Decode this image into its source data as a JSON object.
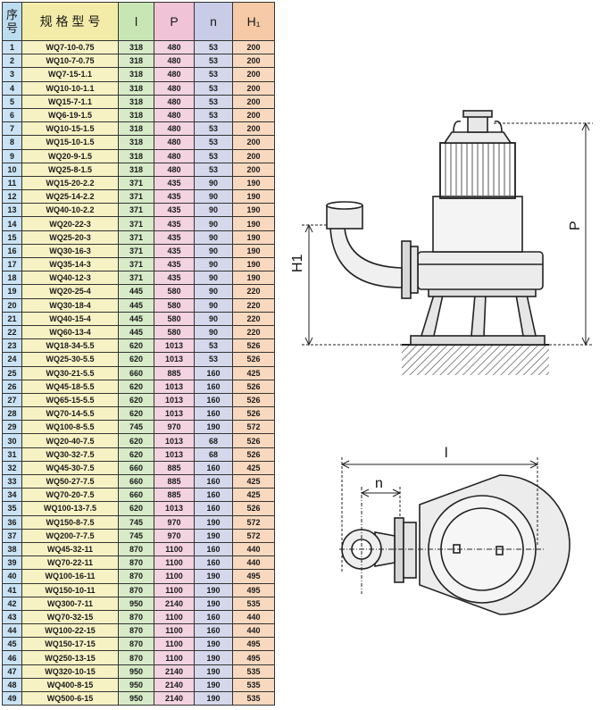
{
  "table": {
    "headers": {
      "index": "序号",
      "model": "规 格 型 号",
      "l": "l",
      "p": "P",
      "n": "n",
      "h1": "H₁"
    },
    "rows": [
      [
        "1",
        "WQ7-10-0.75",
        "318",
        "480",
        "53",
        "200"
      ],
      [
        "2",
        "WQ10-7-0.75",
        "318",
        "480",
        "53",
        "200"
      ],
      [
        "3",
        "WQ7-15-1.1",
        "318",
        "480",
        "53",
        "200"
      ],
      [
        "4",
        "WQ10-10-1.1",
        "318",
        "480",
        "53",
        "200"
      ],
      [
        "5",
        "WQ15-7-1.1",
        "318",
        "480",
        "53",
        "200"
      ],
      [
        "6",
        "WQ6-19-1.5",
        "318",
        "480",
        "53",
        "200"
      ],
      [
        "7",
        "WQ10-15-1.5",
        "318",
        "480",
        "53",
        "200"
      ],
      [
        "8",
        "WQ15-10-1.5",
        "318",
        "480",
        "53",
        "200"
      ],
      [
        "9",
        "WQ20-9-1.5",
        "318",
        "480",
        "53",
        "200"
      ],
      [
        "10",
        "WQ25-8-1.5",
        "318",
        "480",
        "53",
        "200"
      ],
      [
        "11",
        "WQ15-20-2.2",
        "371",
        "435",
        "90",
        "190"
      ],
      [
        "12",
        "WQ25-14-2.2",
        "371",
        "435",
        "90",
        "190"
      ],
      [
        "13",
        "WQ40-10-2.2",
        "371",
        "435",
        "90",
        "190"
      ],
      [
        "14",
        "WQ20-22-3",
        "371",
        "435",
        "90",
        "190"
      ],
      [
        "15",
        "WQ25-20-3",
        "371",
        "435",
        "90",
        "190"
      ],
      [
        "16",
        "WQ30-16-3",
        "371",
        "435",
        "90",
        "190"
      ],
      [
        "17",
        "WQ35-14-3",
        "371",
        "435",
        "90",
        "190"
      ],
      [
        "18",
        "WQ40-12-3",
        "371",
        "435",
        "90",
        "190"
      ],
      [
        "19",
        "WQ20-25-4",
        "445",
        "580",
        "90",
        "220"
      ],
      [
        "20",
        "WQ30-18-4",
        "445",
        "580",
        "90",
        "220"
      ],
      [
        "21",
        "WQ40-15-4",
        "445",
        "580",
        "90",
        "220"
      ],
      [
        "22",
        "WQ60-13-4",
        "445",
        "580",
        "90",
        "220"
      ],
      [
        "23",
        "WQ18-34-5.5",
        "620",
        "1013",
        "53",
        "526"
      ],
      [
        "24",
        "WQ25-30-5.5",
        "620",
        "1013",
        "53",
        "526"
      ],
      [
        "25",
        "WQ30-21-5.5",
        "660",
        "885",
        "160",
        "425"
      ],
      [
        "26",
        "WQ45-18-5.5",
        "620",
        "1013",
        "160",
        "526"
      ],
      [
        "27",
        "WQ65-15-5.5",
        "620",
        "1013",
        "160",
        "526"
      ],
      [
        "28",
        "WQ70-14-5.5",
        "620",
        "1013",
        "160",
        "526"
      ],
      [
        "29",
        "WQ100-8-5.5",
        "745",
        "970",
        "190",
        "572"
      ],
      [
        "30",
        "WQ20-40-7.5",
        "620",
        "1013",
        "68",
        "526"
      ],
      [
        "31",
        "WQ30-32-7.5",
        "620",
        "1013",
        "68",
        "526"
      ],
      [
        "32",
        "WQ45-30-7.5",
        "660",
        "885",
        "160",
        "425"
      ],
      [
        "33",
        "WQ50-27-7.5",
        "660",
        "885",
        "160",
        "425"
      ],
      [
        "34",
        "WQ70-20-7.5",
        "660",
        "885",
        "160",
        "425"
      ],
      [
        "35",
        "WQ100-13-7.5",
        "620",
        "1013",
        "160",
        "526"
      ],
      [
        "36",
        "WQ150-8-7.5",
        "745",
        "970",
        "190",
        "572"
      ],
      [
        "37",
        "WQ200-7-7.5",
        "745",
        "970",
        "190",
        "572"
      ],
      [
        "38",
        "WQ45-32-11",
        "870",
        "1100",
        "160",
        "440"
      ],
      [
        "39",
        "WQ70-22-11",
        "870",
        "1100",
        "160",
        "440"
      ],
      [
        "40",
        "WQ100-16-11",
        "870",
        "1100",
        "190",
        "495"
      ],
      [
        "41",
        "WQ150-10-11",
        "870",
        "1100",
        "190",
        "495"
      ],
      [
        "42",
        "WQ300-7-11",
        "950",
        "2140",
        "190",
        "535"
      ],
      [
        "43",
        "WQ70-32-15",
        "870",
        "1100",
        "160",
        "440"
      ],
      [
        "44",
        "WQ100-22-15",
        "870",
        "1100",
        "160",
        "440"
      ],
      [
        "45",
        "WQ150-17-15",
        "870",
        "1100",
        "190",
        "495"
      ],
      [
        "46",
        "WQ250-13-15",
        "870",
        "1100",
        "190",
        "495"
      ],
      [
        "47",
        "WQ320-10-15",
        "950",
        "2140",
        "190",
        "535"
      ],
      [
        "48",
        "WQ400-8-15",
        "950",
        "2140",
        "190",
        "535"
      ],
      [
        "49",
        "WQ500-6-15",
        "950",
        "2140",
        "190",
        "535"
      ]
    ]
  },
  "drawing_labels": {
    "h1": "H1",
    "p": "P",
    "l": "l",
    "n": "n"
  }
}
